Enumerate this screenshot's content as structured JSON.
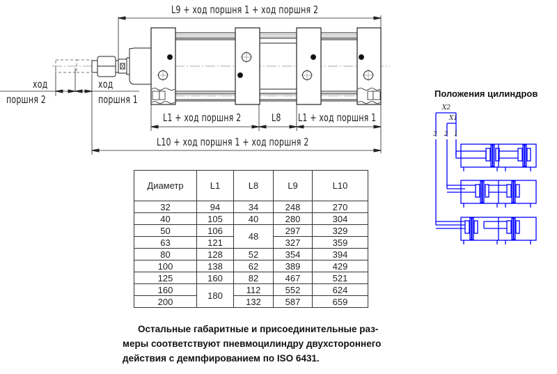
{
  "drawing": {
    "dim_top": "L9 + ход поршня 1 + ход поршня 2",
    "dim_l1_left": "L1 + ход поршня 2",
    "dim_l8": "L8",
    "dim_l1_right": "L1 + ход поршня 1",
    "dim_bottom": "L10 + ход поршня 1 + ход поршня 2",
    "stroke2_top": "ход",
    "stroke2_bottom": "поршня 2",
    "stroke1_top": "ход",
    "stroke1_bottom": "поршня 1"
  },
  "table": {
    "headers": [
      "Диаметр",
      "L1",
      "L8",
      "L9",
      "L10"
    ],
    "rows": [
      {
        "d": "32",
        "l1": "94",
        "l8": "34",
        "l9": "248",
        "l10": "270"
      },
      {
        "d": "40",
        "l1": "105",
        "l8": "40",
        "l9": "280",
        "l10": "304"
      },
      {
        "d": "50",
        "l1": "106",
        "l8": "48",
        "l9": "297",
        "l10": "329"
      },
      {
        "d": "63",
        "l1": "121",
        "l8": "",
        "l9": "327",
        "l10": "359"
      },
      {
        "d": "80",
        "l1": "128",
        "l8": "52",
        "l9": "354",
        "l10": "394"
      },
      {
        "d": "100",
        "l1": "138",
        "l8": "62",
        "l9": "389",
        "l10": "429"
      },
      {
        "d": "125",
        "l1": "160",
        "l8": "82",
        "l9": "467",
        "l10": "521"
      },
      {
        "d": "160",
        "l1": "180",
        "l8": "112",
        "l9": "552",
        "l10": "624"
      },
      {
        "d": "200",
        "l1": "",
        "l8": "132",
        "l9": "587",
        "l10": "659"
      }
    ]
  },
  "positions": {
    "title": "Положения цилиндров",
    "x2_label": "X2",
    "x1_label": "X1",
    "pos3": "3",
    "pos2": "2",
    "pos1": "1",
    "line_color": "#0000ff"
  },
  "note": {
    "line1": "Остальные габаритные и присоединительные раз-",
    "line2": "меры соответствуют пневмоцилиндру двухстороннего",
    "line3": "действия с демпфированием по ISO 6431."
  }
}
